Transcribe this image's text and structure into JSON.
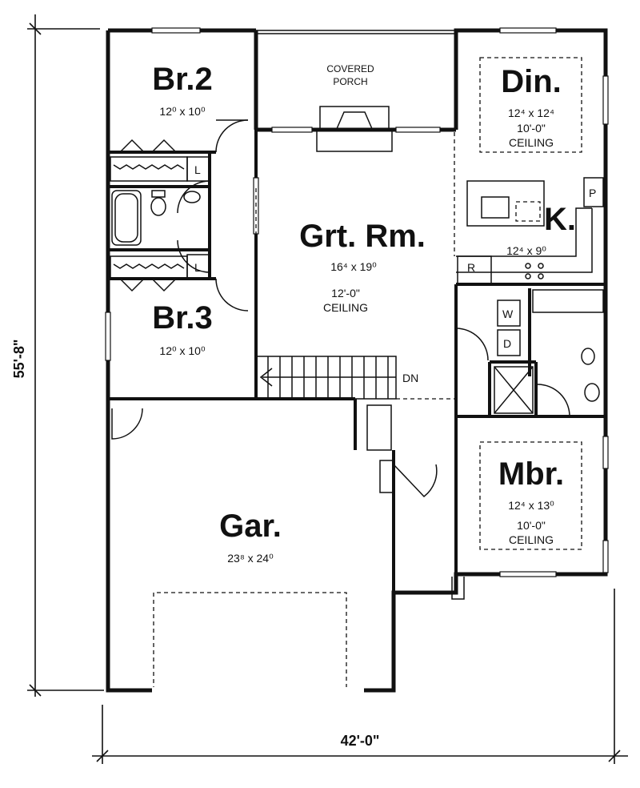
{
  "rooms": {
    "br2": {
      "name": "Br.2",
      "dims": "12⁰ x 10⁰"
    },
    "br3": {
      "name": "Br.3",
      "dims": "12⁰ x 10⁰"
    },
    "porch": {
      "line1": "COVERED",
      "line2": "PORCH"
    },
    "din": {
      "name": "Din.",
      "dims": "12⁴ x 12⁴",
      "ceiling1": "10'-0\"",
      "ceiling2": "CEILING"
    },
    "kit": {
      "name": "K.",
      "dims": "12⁴ x 9⁰"
    },
    "grt": {
      "name": "Grt. Rm.",
      "dims": "16⁴ x 19⁰",
      "ceiling1": "12'-0\"",
      "ceiling2": "CEILING"
    },
    "mbr": {
      "name": "Mbr.",
      "dims": "12⁴ x 13⁰",
      "ceiling1": "10'-0\"",
      "ceiling2": "CEILING"
    },
    "gar": {
      "name": "Gar.",
      "dims": "23⁸ x 24⁰"
    }
  },
  "fixtures": {
    "linen": "L",
    "pantry": "P",
    "refrigerator": "R",
    "washer": "W",
    "dryer": "D",
    "stairs": "DN"
  },
  "dimensions": {
    "width": "42'-0\"",
    "depth": "55'-8\""
  }
}
